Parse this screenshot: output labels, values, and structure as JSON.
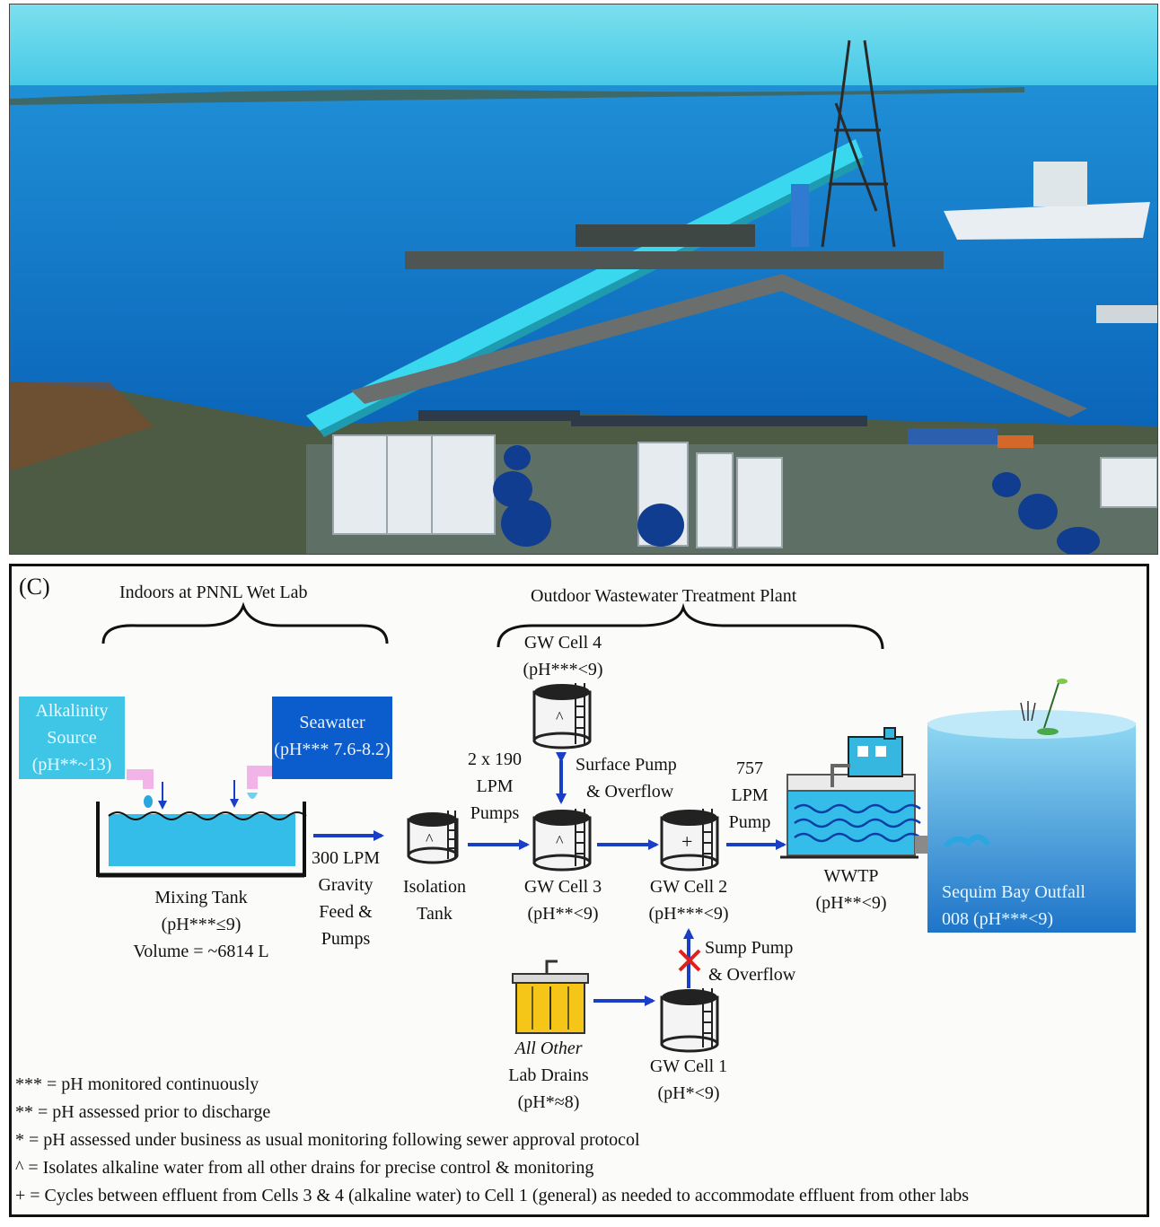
{
  "panel_label": "(C)",
  "headers": {
    "indoors": "Indoors at PNNL Wet Lab",
    "outdoor": "Outdoor Wastewater Treatment Plant"
  },
  "nodes": {
    "alkalinity": [
      "Alkalinity",
      "Source",
      "(pH**~13)"
    ],
    "seawater": [
      "Seawater",
      "(pH*** 7.6-8.2)"
    ],
    "mixing_tank": [
      "Mixing Tank",
      "(pH***≤9)",
      "Volume = ~6814 L"
    ],
    "isolation_tank": [
      "Isolation",
      "Tank"
    ],
    "gw_cell_4": [
      "GW Cell 4",
      "(pH***<9)"
    ],
    "gw_cell_3": [
      "GW Cell 3",
      "(pH**<9)"
    ],
    "gw_cell_2": [
      "GW Cell 2",
      "(pH***<9)"
    ],
    "gw_cell_1": [
      "GW Cell 1",
      "(pH*<9)"
    ],
    "wwtp": [
      "WWTP",
      "(pH**<9)"
    ],
    "outfall": [
      "Sequim Bay Outfall",
      "008 (pH***<9)"
    ],
    "lab_drains": [
      "All Other",
      "Lab Drains",
      "(pH*≈8)"
    ]
  },
  "flows": {
    "gravity": [
      "300 LPM",
      "Gravity",
      "Feed &",
      "Pumps"
    ],
    "lpm190": [
      "2 x 190",
      "LPM",
      "Pumps"
    ],
    "surface": [
      "Surface Pump",
      "& Overflow"
    ],
    "lpm757": [
      "757",
      "LPM",
      "Pump"
    ],
    "sump": [
      "Sump Pump",
      "& Overflow"
    ]
  },
  "tank_symbols": {
    "isolation": "^",
    "cell4": "^",
    "cell3": "^",
    "cell2": "+"
  },
  "legend": [
    "*** = pH monitored continuously",
    "** = pH assessed prior to discharge",
    "* = pH assessed under business as usual monitoring following sewer approval protocol",
    "^ = Isolates alkaline water from all other drains for precise control & monitoring",
    "+ = Cycles between effluent from Cells 3 & 4 (alkaline water) to Cell 1 (general) as needed to accommodate effluent from other labs"
  ],
  "colors": {
    "arrow": "#1a3fc7",
    "alkalinity_box": "#3fc6e6",
    "seawater_box": "#0b5ccc",
    "water": "#33bde8",
    "blocked": "#e0201c"
  }
}
